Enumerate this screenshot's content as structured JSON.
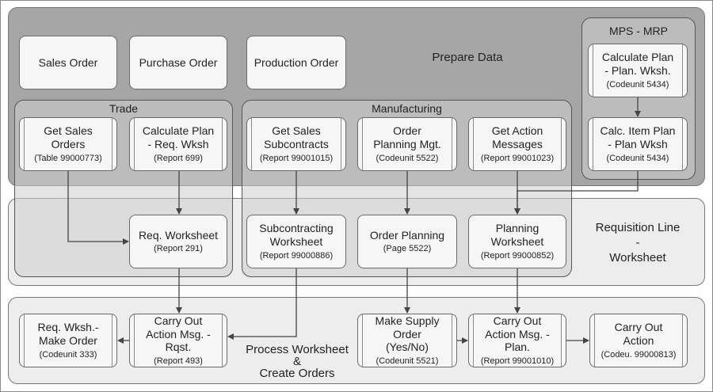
{
  "bands": {
    "prepare_label": "Prepare Data",
    "requisition_label_1": "Requisition Line",
    "requisition_label_2": "-",
    "requisition_label_3": "Worksheet",
    "process_label_1": "Process Worksheet",
    "process_label_2": "&",
    "process_label_3": "Create Orders"
  },
  "groups": {
    "trade": "Trade",
    "manufacturing": "Manufacturing",
    "mps_mrp": "MPS - MRP"
  },
  "top_boxes": {
    "sales_order": "Sales Order",
    "purchase_order": "Purchase Order",
    "production_order": "Production Order"
  },
  "nodes": {
    "calc_plan_plan_wksh": {
      "l1": "Calculate Plan",
      "l2": "- Plan. Wksh.",
      "sub": "(Codeunit 5434)"
    },
    "calc_item_plan": {
      "l1": "Calc. Item Plan",
      "l2": "- Plan Wksh",
      "sub": "(Codeunit 5434)"
    },
    "get_sales_orders": {
      "l1": "Get Sales",
      "l2": "Orders",
      "sub": "(Table 99000773)"
    },
    "calc_plan_req_wksh": {
      "l1": "Calculate Plan",
      "l2": "- Req. Wksh",
      "sub": "(Report 699)"
    },
    "get_sales_subcontracts": {
      "l1": "Get Sales",
      "l2": "Subcontracts",
      "sub": "(Report 99001015)"
    },
    "order_planning_mgt": {
      "l1": "Order",
      "l2": "Planning Mgt.",
      "sub": "(Codeunit 5522)"
    },
    "get_action_messages": {
      "l1": "Get Action",
      "l2": "Messages",
      "sub": "(Report 99001023)"
    },
    "req_worksheet": {
      "l1": "Req. Worksheet",
      "sub": "(Report 291)"
    },
    "subcontracting_worksheet": {
      "l1": "Subcontracting",
      "l2": "Worksheet",
      "sub": "(Report 99000886)"
    },
    "order_planning": {
      "l1": "Order Planning",
      "sub": "(Page 5522)"
    },
    "planning_worksheet": {
      "l1": "Planning Worksheet",
      "sub": "(Report 99000852)"
    },
    "req_wksh_make_order": {
      "l1": "Req. Wksh.-",
      "l2": "Make Order",
      "sub": "(Codeunit 333)"
    },
    "carry_out_rqst": {
      "l1": "Carry Out",
      "l2": "Action Msg. -",
      "l3": "Rqst.",
      "sub": "(Report 493)"
    },
    "make_supply_order": {
      "l1": "Make Supply",
      "l2": "Order",
      "l3": "(Yes/No)",
      "sub": "(Codeunit 5521)"
    },
    "carry_out_plan": {
      "l1": "Carry Out",
      "l2": "Action Msg. -",
      "l3": "Plan.",
      "sub": "(Report 99001010)"
    },
    "carry_out_action": {
      "l1": "Carry Out",
      "l2": "Action",
      "sub": "(Codeu. 99000813)"
    }
  },
  "colors": {
    "band_dark": "#a6a6a6",
    "band_light": "#ececec",
    "box_fill": "#f6f6f6",
    "line": "#444444"
  }
}
